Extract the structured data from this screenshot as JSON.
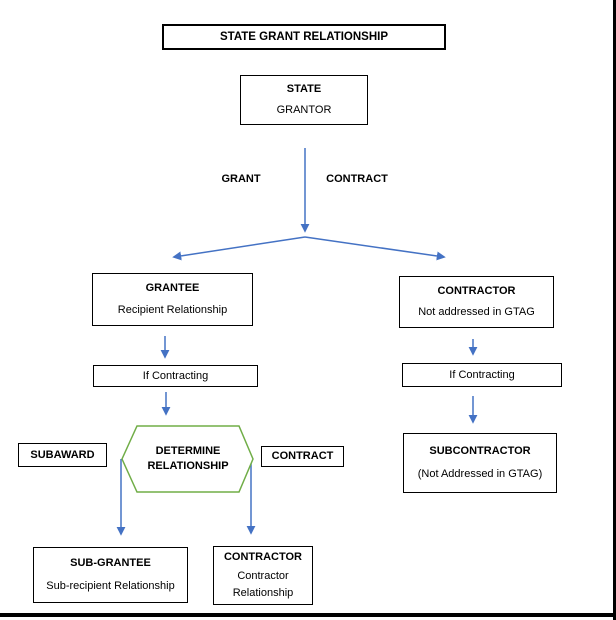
{
  "diagram": {
    "title": "STATE GRANT RELATIONSHIP",
    "nodes": {
      "state": {
        "title": "STATE",
        "subtitle": "GRANTOR"
      },
      "grantee": {
        "title": "GRANTEE",
        "subtitle": "Recipient Relationship"
      },
      "contractor": {
        "title": "CONTRACTOR",
        "subtitle": "Not addressed in GTAG"
      },
      "if_contracting_left": {
        "label": "If Contracting"
      },
      "if_contracting_right": {
        "label": "If Contracting"
      },
      "determine": {
        "line1": "DETERMINE",
        "line2": "RELATIONSHIP"
      },
      "subaward": {
        "label": "SUBAWARD"
      },
      "contract": {
        "label": "CONTRACT"
      },
      "sub_grantee": {
        "title": "SUB-GRANTEE",
        "subtitle": "Sub-recipient Relationship"
      },
      "contractor_bottom": {
        "title": "CONTRACTOR",
        "subtitle": "Contractor Relationship"
      },
      "subcontractor": {
        "title": "SUBCONTRACTOR",
        "subtitle": "(Not Addressed in GTAG)"
      }
    },
    "edge_labels": {
      "grant": "GRANT",
      "contract": "CONTRACT"
    },
    "colors": {
      "arrow": "#4472C4",
      "hexagon_border": "#70AD47",
      "box_border": "#000000",
      "text": "#000000",
      "background": "#FFFFFF"
    }
  }
}
